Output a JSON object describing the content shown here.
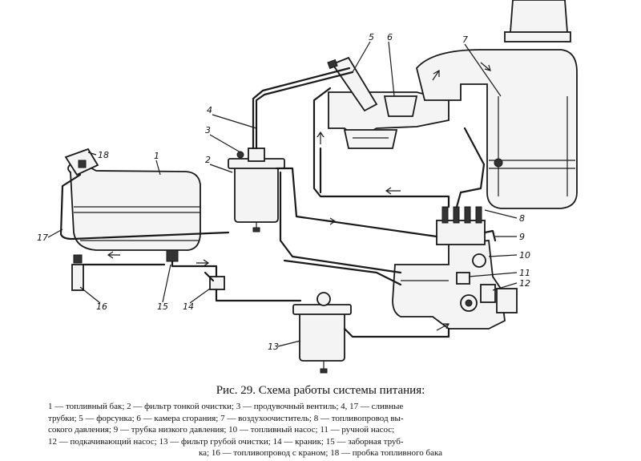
{
  "figure": {
    "caption": "Рис. 29. Схема работы системы питания:",
    "callouts": [
      "1",
      "2",
      "3",
      "4",
      "5",
      "6",
      "7",
      "8",
      "9",
      "10",
      "11",
      "12",
      "13",
      "14",
      "15",
      "16",
      "17",
      "18"
    ],
    "legend_lines": [
      "1 — топливный бак; 2 — фильтр тонкой очистки; 3 — продувочный вентиль; 4, 17 — сливные",
      "трубки; 5 — форсунка; 6 — камера сгорания; 7 — воздухоочиститель; 8 — топливопровод вы-",
      "сокого давления; 9 — трубка низкого давления; 10 — топливный насос; 11 — ручной насос;",
      "12 — подкачивающий насос; 13 — фильтр грубой очистки; 14 — краник; 15 — заборная труб-",
      "ка; 16 — топливопровод с краном; 18 — пробка топливного бака"
    ]
  }
}
